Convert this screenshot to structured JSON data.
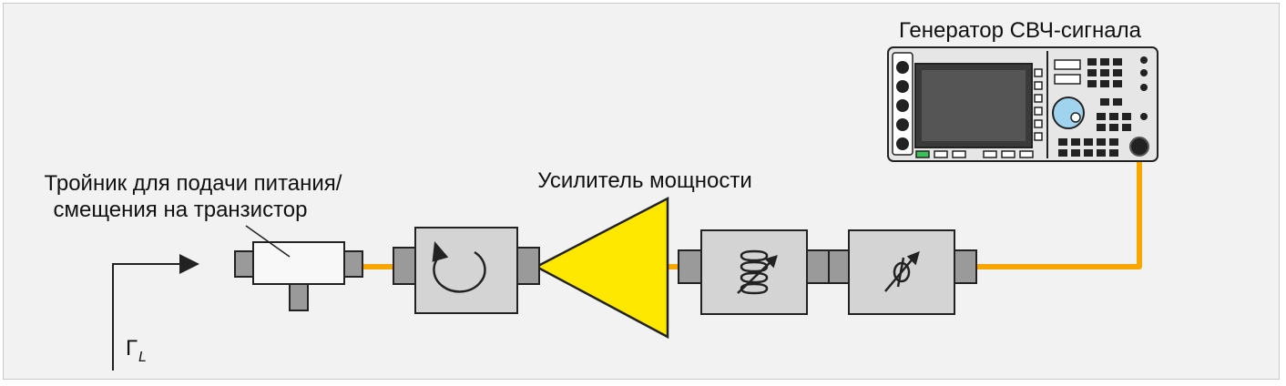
{
  "labels": {
    "generator": "Генератор СВЧ-сигнала",
    "amplifier": "Усилитель мощности",
    "tee_line1": "Тройник для подачи питания/",
    "tee_line2": "смещения на транзистор",
    "gamma": "Γ",
    "gamma_sub": "L"
  },
  "colors": {
    "background": "#f2f2f2",
    "cable": "#f7a700",
    "amplifier": "#ffe800",
    "block_fill": "#d4d4d4",
    "connector_fill": "#9a9a9a",
    "outline": "#222222"
  },
  "icons": {
    "circulator": "circular-arrow-icon",
    "attenuator": "variable-coil-icon",
    "phase_shifter": "variable-phase-icon",
    "reflection_arrow": "right-arrow-icon"
  }
}
